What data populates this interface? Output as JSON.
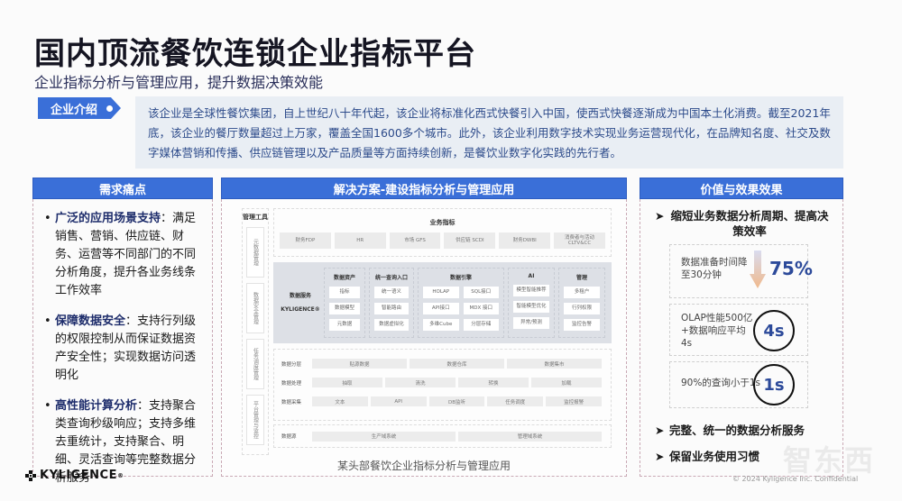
{
  "header": {
    "title": "国内顶流餐饮连锁企业指标平台",
    "subtitle": "企业指标分析与管理应用，提升数据决策效能"
  },
  "intro": {
    "tag": "企业介绍",
    "text": "该企业是全球性餐饮集团，自上世纪八十年代起，该企业将标准化西式快餐引入中国，使西式快餐逐渐成为中国本土化消费。截至2021年底，该企业的餐厅数量超过上万家，覆盖全国1600多个城市。此外，该企业利用数字技术实现业务运营现代化，在品牌知名度、社交及数字媒体营销和传播、供应链管理以及产品质量等方面持续创新，是餐饮业数字化实践的先行者。"
  },
  "pain_points": {
    "title": "需求痛点",
    "items": [
      {
        "head": "广泛的应用场景支持",
        "body": "：满足销售、营销、供应链、财务、运营等不同部门的不同分析角度，提升各业务线条工作效率"
      },
      {
        "head": "保障数据安全",
        "body": "：支持行列级的权限控制从而保证数据资产安全性；实现数据访问透明化"
      },
      {
        "head": "高性能计算分析",
        "body": "：支持聚合类查询秒级响应；支持多维去重统计，支持聚合、明细、灵活查询等完整数据分析服务"
      }
    ]
  },
  "solution": {
    "title": "解决方案-建设指标分析与管理应用",
    "tools_title": "管理工具",
    "tools": [
      "元数据管理",
      "数据安全管理",
      "任务调度管理",
      "平台管理与监控"
    ],
    "biz_title": "业务指标",
    "biz_cells": [
      "财务FDP",
      "HR",
      "市场 GFS",
      "供应链 SCDI",
      "财务DWBI",
      "消费者与活动 CLTV&CC"
    ],
    "service": {
      "label": "数据服务",
      "logo": "KYLIGENCE®",
      "groups": [
        {
          "title": "数据资产",
          "cells": [
            "指标",
            "数据模型",
            "元数据"
          ]
        },
        {
          "title": "统一查询入口",
          "cells": [
            "统一语义",
            "智能路由",
            "数据虚拟化"
          ]
        },
        {
          "title": "数据引擎",
          "cells": [
            "HOLAP",
            "SQL接口",
            "API接口",
            "MDX 接口",
            "多维Cube",
            "分层存储"
          ]
        },
        {
          "title": "AI",
          "cells": [
            "模型智能推荐",
            "智能模型优化",
            "异常/预测"
          ]
        },
        {
          "title": "管理",
          "cells": [
            "多租户",
            "行列权限",
            "监控告警"
          ]
        }
      ]
    },
    "data_rows": [
      {
        "label": "数据分层",
        "cells": [
          "贴源数据",
          "数据仓库",
          "数据集市"
        ]
      },
      {
        "label": "数据处理",
        "cells": [
          "抽取",
          "清洗",
          "转换",
          "加载"
        ]
      },
      {
        "label": "数据采集",
        "cells": [
          "文本",
          "API",
          "DB监听",
          "任务调度",
          "监控报警"
        ]
      }
    ],
    "source_row": {
      "label": "数据源",
      "cells": [
        "生产域系统",
        "管理域系统"
      ]
    },
    "caption": "某头部餐饮企业指标分析与管理应用"
  },
  "value": {
    "title": "价值与效果效果",
    "headline1": "缩短业务数据分析周期、提高决策效率",
    "metrics": [
      {
        "desc": "数据准备时间降至30分钟",
        "value": "75%"
      },
      {
        "desc": "OLAP性能500亿+数据响应平均4s",
        "value": "4s"
      },
      {
        "desc": "90%的查询小于1s",
        "value": "1s"
      }
    ],
    "headline2": "完整、统一的数据分析服务",
    "headline3": "保留业务使用习惯",
    "arrow": "➤"
  },
  "footer": {
    "logo": "KYLIGENCE",
    "reg": "®",
    "copyright": "© 2024 Kyligence Inc. Confidential",
    "watermark": "智东西"
  },
  "colors": {
    "accent": "#3a6fd8",
    "metric": "#2c4a9a",
    "dash": "#c9a9b5"
  }
}
